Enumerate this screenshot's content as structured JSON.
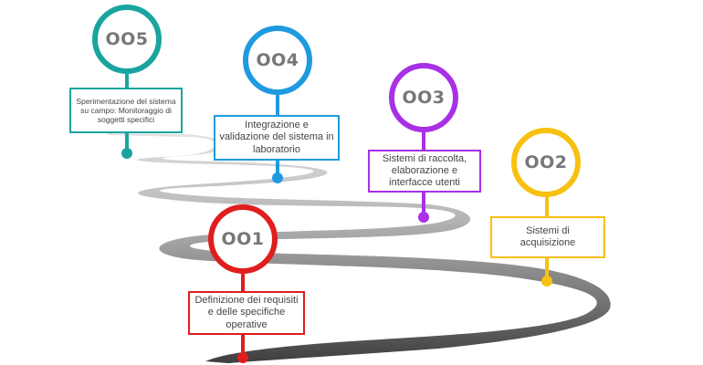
{
  "colors": {
    "m1": "#e01e1e",
    "m2": "#f8c010",
    "m3": "#a830e6",
    "m4": "#1f9ae0",
    "m5": "#1aa4a0",
    "road_dark": "#4d4d4d",
    "road_light": "#c8c8c8"
  },
  "milestones": [
    {
      "number": "OO1",
      "text": "Definizione dei requisiti e delle specifiche operative"
    },
    {
      "number": "OO2",
      "text": "Sistemi di acquisizione"
    },
    {
      "number": "OO3",
      "text": "Sistemi di raccolta, elaborazione e interfacce utenti"
    },
    {
      "number": "OO4",
      "text": "Integrazione e validazione del sistema in laboratorio"
    },
    {
      "number": "OO5",
      "text": "Sperimentazione del sistema su campo: Monitoraggio di soggetti specifici"
    }
  ]
}
